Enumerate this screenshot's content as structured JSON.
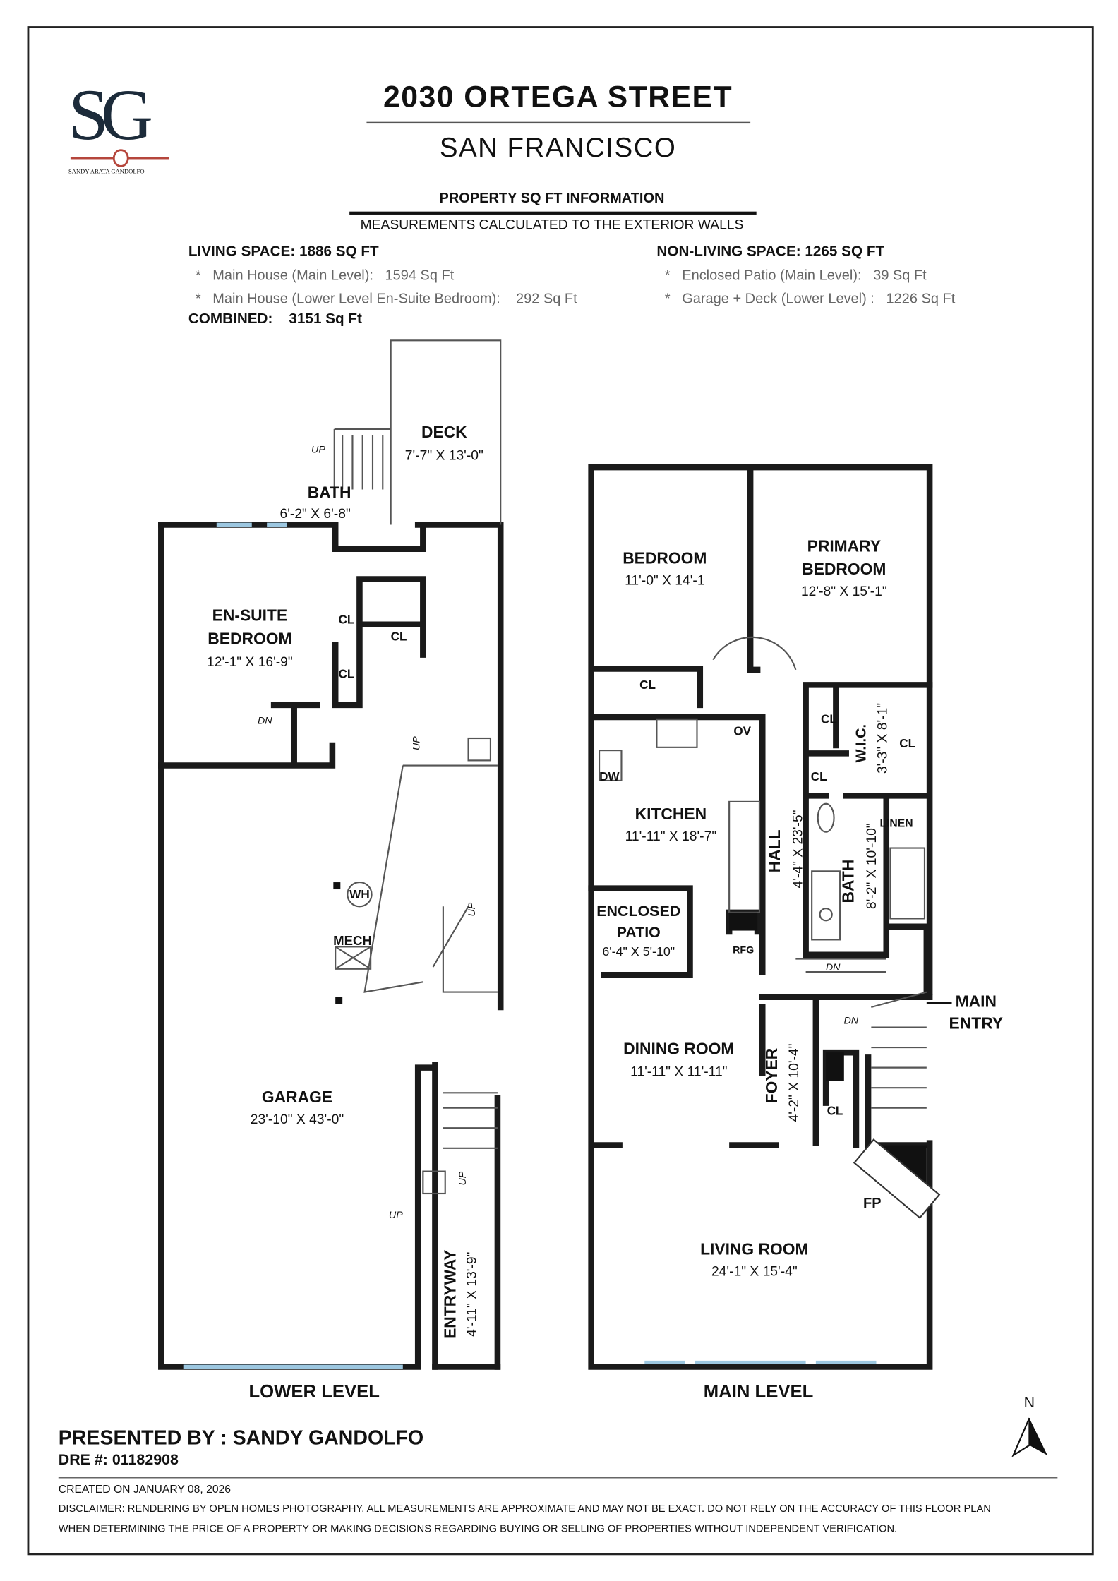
{
  "header": {
    "title": "2030 ORTEGA STREET",
    "city": "SAN FRANCISCO",
    "logo_text": "SG",
    "logo_caption": "SANDY ARATA GANDOLFO"
  },
  "info": {
    "heading": "PROPERTY SQ FT INFORMATION",
    "subheading": "MEASUREMENTS CALCULATED TO THE EXTERIOR WALLS",
    "living": {
      "title": "LIVING SPACE: 1886 SQ FT",
      "items": [
        {
          "label": "Main House (Main Level):",
          "value": "1594 Sq Ft"
        },
        {
          "label": "Main House (Lower Level En-Suite Bedroom):",
          "value": "292 Sq Ft"
        }
      ]
    },
    "non_living": {
      "title": "NON-LIVING SPACE: 1265 SQ FT",
      "items": [
        {
          "label": "Enclosed Patio (Main Level):",
          "value": "39 Sq Ft"
        },
        {
          "label": "Garage + Deck (Lower Level) :",
          "value": "1226 Sq Ft"
        }
      ]
    },
    "combined_label": "COMBINED:",
    "combined_value": "3151  Sq Ft",
    "bullet": "*"
  },
  "lower": {
    "title": "LOWER LEVEL",
    "deck": {
      "name": "DECK",
      "dim": "7'-7\" X 13'-0\""
    },
    "bath": {
      "name": "BATH",
      "dim": "6'-2\" X 6'-8\""
    },
    "ensuite": {
      "name1": "EN-SUITE",
      "name2": "BEDROOM",
      "dim": "12'-1\" X 16'-9\""
    },
    "garage": {
      "name": "GARAGE",
      "dim": "23'-10\" X 43'-0\""
    },
    "entryway": {
      "name": "ENTRYWAY",
      "dim": "4'-11\" X 13'-9\""
    },
    "cl": "CL",
    "up": "UP",
    "dn": "DN",
    "wh": "WH",
    "mech": "MECH"
  },
  "main": {
    "title": "MAIN LEVEL",
    "bedroom": {
      "name": "BEDROOM",
      "dim": "11'-0\" X 14'-1"
    },
    "primary": {
      "name1": "PRIMARY",
      "name2": "BEDROOM",
      "dim": "12'-8\" X 15'-1\""
    },
    "kitchen": {
      "name": "KITCHEN",
      "dim": "11'-11\" X 18'-7\""
    },
    "wic": {
      "name": "W.I.C.",
      "dim": "3'-3\" X 8'-1\""
    },
    "hall": {
      "name": "HALL",
      "dim": "4'-4\" X 23'-5\""
    },
    "bath": {
      "name": "BATH",
      "dim": "8'-2\" X 10'-10\""
    },
    "patio": {
      "name1": "ENCLOSED",
      "name2": "PATIO",
      "dim": "6'-4\" X 5'-10\""
    },
    "dining": {
      "name": "DINING ROOM",
      "dim": "11'-11\" X 11'-11\""
    },
    "foyer": {
      "name": "FOYER",
      "dim": "4'-2\" X 10'-4\""
    },
    "living": {
      "name": "LIVING ROOM",
      "dim": "24'-1\" X 15'-4\""
    },
    "main_entry1": "MAIN",
    "main_entry2": "ENTRY",
    "cl": "CL",
    "ov": "OV",
    "dw": "DW",
    "rfg": "RFG",
    "linen": "LINEN",
    "dn": "DN",
    "fp": "FP"
  },
  "compass": {
    "label": "N",
    "icon": "north-arrow-icon"
  },
  "footer": {
    "presented": "PRESENTED BY : SANDY GANDOLFO",
    "dre": "DRE #: 01182908",
    "created": "CREATED ON JANUARY 08, 2026",
    "disclaimer1": "DISCLAIMER: RENDERING BY OPEN HOMES PHOTOGRAPHY. ALL MEASUREMENTS ARE APPROXIMATE AND MAY NOT BE EXACT. DO NOT RELY ON THE ACCURACY OF THIS FLOOR PLAN",
    "disclaimer2": "WHEN DETERMINING THE PRICE OF A PROPERTY OR MAKING DECISIONS REGARDING BUYING OR SELLING OF PROPERTIES WITHOUT INDEPENDENT VERIFICATION."
  },
  "colors": {
    "wall": "#1a1a1a",
    "window": "#9cc7e0",
    "logo_navy": "#1c2b3a",
    "logo_red": "#b5463c"
  }
}
